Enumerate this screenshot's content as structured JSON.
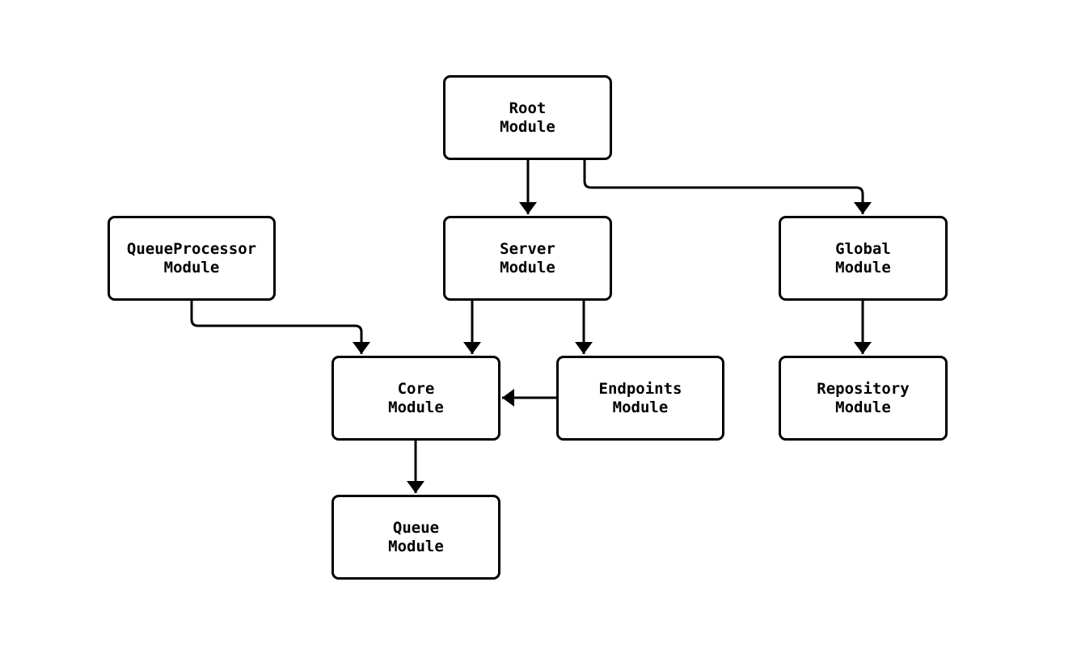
{
  "diagram": {
    "type": "flowchart",
    "direction": "top-down",
    "colors": {
      "background": "#ffffff",
      "node_fill": "#ffffff",
      "node_border": "#000000",
      "edge_stroke": "#000000",
      "text": "#000000"
    },
    "nodes": {
      "root": {
        "line1": "Root",
        "line2": "Module"
      },
      "queueprocessor": {
        "line1": "QueueProcessor",
        "line2": "Module"
      },
      "server": {
        "line1": "Server",
        "line2": "Module"
      },
      "global": {
        "line1": "Global",
        "line2": "Module"
      },
      "core": {
        "line1": "Core",
        "line2": "Module"
      },
      "endpoints": {
        "line1": "Endpoints",
        "line2": "Module"
      },
      "repository": {
        "line1": "Repository",
        "line2": "Module"
      },
      "queue": {
        "line1": "Queue",
        "line2": "Module"
      }
    },
    "edges": [
      {
        "from": "Root Module",
        "to": "Server Module"
      },
      {
        "from": "Root Module",
        "to": "Global Module"
      },
      {
        "from": "QueueProcessor Module",
        "to": "Core Module"
      },
      {
        "from": "Server Module",
        "to": "Core Module"
      },
      {
        "from": "Server Module",
        "to": "Endpoints Module"
      },
      {
        "from": "Global Module",
        "to": "Repository Module"
      },
      {
        "from": "Endpoints Module",
        "to": "Core Module"
      },
      {
        "from": "Core Module",
        "to": "Queue Module"
      }
    ]
  }
}
